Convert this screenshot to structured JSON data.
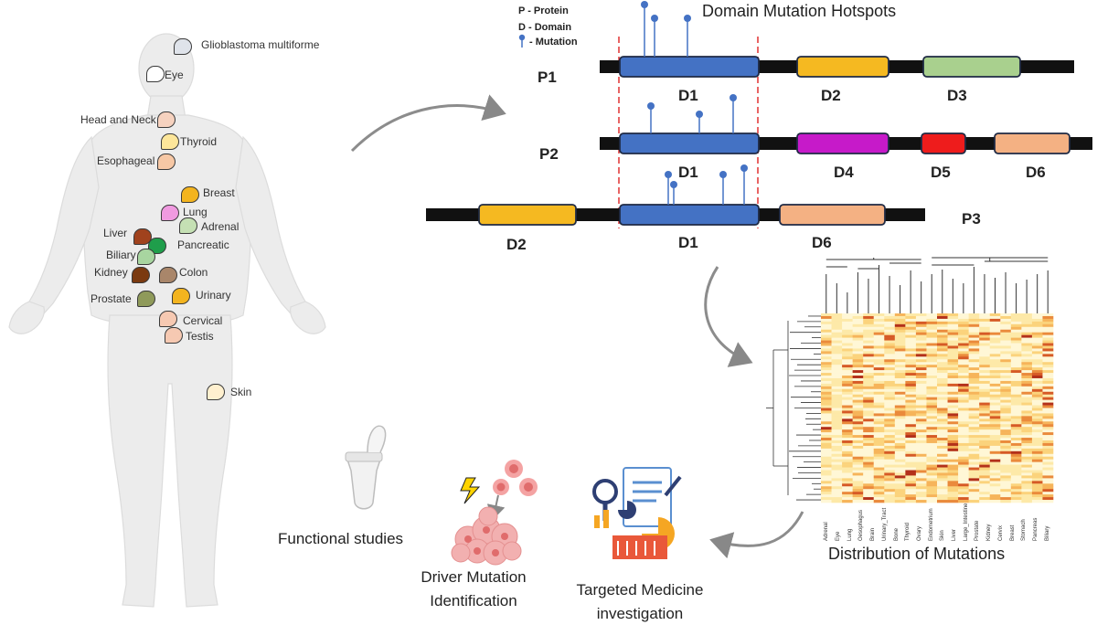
{
  "title": "Domain Mutation Hotspots",
  "legend": {
    "protein": "P -  Protein",
    "domain": "D - Domain",
    "mutation": "- Mutation"
  },
  "organs": [
    {
      "label": "Glioblastoma multiforme",
      "color": "#dfe3ea"
    },
    {
      "label": "Eye",
      "color": "#ffffff"
    },
    {
      "label": "Head and Neck",
      "color": "#f6d2bf"
    },
    {
      "label": "Thyroid",
      "color": "#fde69a"
    },
    {
      "label": "Esophageal",
      "color": "#f7c8a5"
    },
    {
      "label": "Breast",
      "color": "#f3b41f"
    },
    {
      "label": "Lung",
      "color": "#f09ae0"
    },
    {
      "label": "Adrenal",
      "color": "#c5e0b4"
    },
    {
      "label": "Liver",
      "color": "#a0421d"
    },
    {
      "label": "Pancreatic",
      "color": "#1f9e4b"
    },
    {
      "label": "Biliary",
      "color": "#a8d5a0"
    },
    {
      "label": "Kidney",
      "color": "#7b3a10"
    },
    {
      "label": "Colon",
      "color": "#a9866a"
    },
    {
      "label": "Prostate",
      "color": "#8f9a5a"
    },
    {
      "label": "Urinary",
      "color": "#f3b41f"
    },
    {
      "label": "Cervical",
      "color": "#f6c9b2"
    },
    {
      "label": "Testis",
      "color": "#f6c9b2"
    },
    {
      "label": "Skin",
      "color": "#fff0cf"
    }
  ],
  "proteins": [
    {
      "label": "P1",
      "domains": [
        {
          "label": "D1",
          "color": "#4472c4"
        },
        {
          "label": "D2",
          "color": "#f5b921"
        },
        {
          "label": "D3",
          "color": "#a9d08e"
        }
      ]
    },
    {
      "label": "P2",
      "domains": [
        {
          "label": "D1",
          "color": "#4472c4"
        },
        {
          "label": "D4",
          "color": "#c61ac9"
        },
        {
          "label": "D5",
          "color": "#ee1c1c"
        },
        {
          "label": "D6",
          "color": "#f4b183"
        }
      ]
    },
    {
      "label": "P3",
      "domains": [
        {
          "label": "D2",
          "color": "#f5b921"
        },
        {
          "label": "D1",
          "color": "#4472c4"
        },
        {
          "label": "D6",
          "color": "#f4b183"
        }
      ]
    }
  ],
  "heatmap": {
    "caption": "Distribution of Mutations",
    "tissues": [
      "Adrenal",
      "Eye",
      "Lung",
      "Oesophagus",
      "Brain",
      "Urinary_Tract",
      "Bone",
      "Thyroid",
      "Ovary",
      "Endometrium",
      "Skin",
      "Liver",
      "Large_Intestine",
      "Prostate",
      "Kidney",
      "Cervix",
      "Breast",
      "Stomach",
      "Pancreas",
      "Biliary"
    ]
  },
  "steps": {
    "functional": "Functional studies",
    "driver_line1": "Driver Mutation",
    "driver_line2": "Identification",
    "targeted_line1": "Targeted Medicine",
    "targeted_line2": "investigation"
  }
}
